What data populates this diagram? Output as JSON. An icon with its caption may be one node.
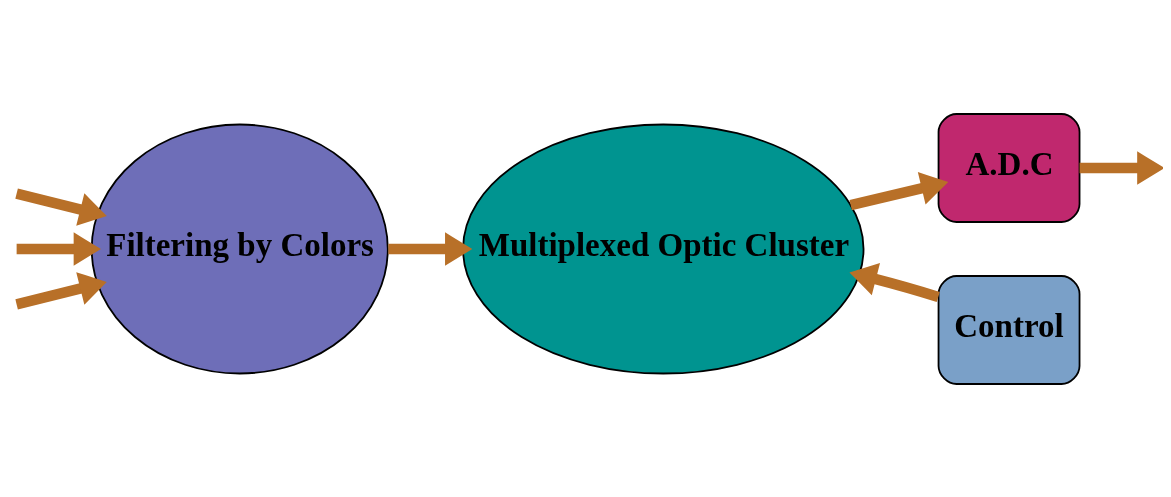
{
  "diagram": {
    "nodes": [
      {
        "text": [
          "Filtering by Colors"
        ]
      },
      {
        "text": [
          "Multiplexed Optic Cluster"
        ]
      },
      {
        "text": [
          "A.D.C"
        ]
      },
      {
        "text": [
          "Control"
        ]
      }
    ],
    "edges": [
      {
        "from": null,
        "to": 0,
        "arrow": "to"
      },
      {
        "from": null,
        "to": 0,
        "arrow": "to"
      },
      {
        "from": null,
        "to": 0,
        "arrow": "to"
      },
      {
        "from": 0,
        "to": 1,
        "arrow": "to"
      },
      {
        "from": 1,
        "to": 2,
        "arrow": "to"
      },
      {
        "from": 2,
        "to": null,
        "arrow": "to"
      },
      {
        "from": 3,
        "to": 1,
        "arrow": "to"
      }
    ]
  }
}
